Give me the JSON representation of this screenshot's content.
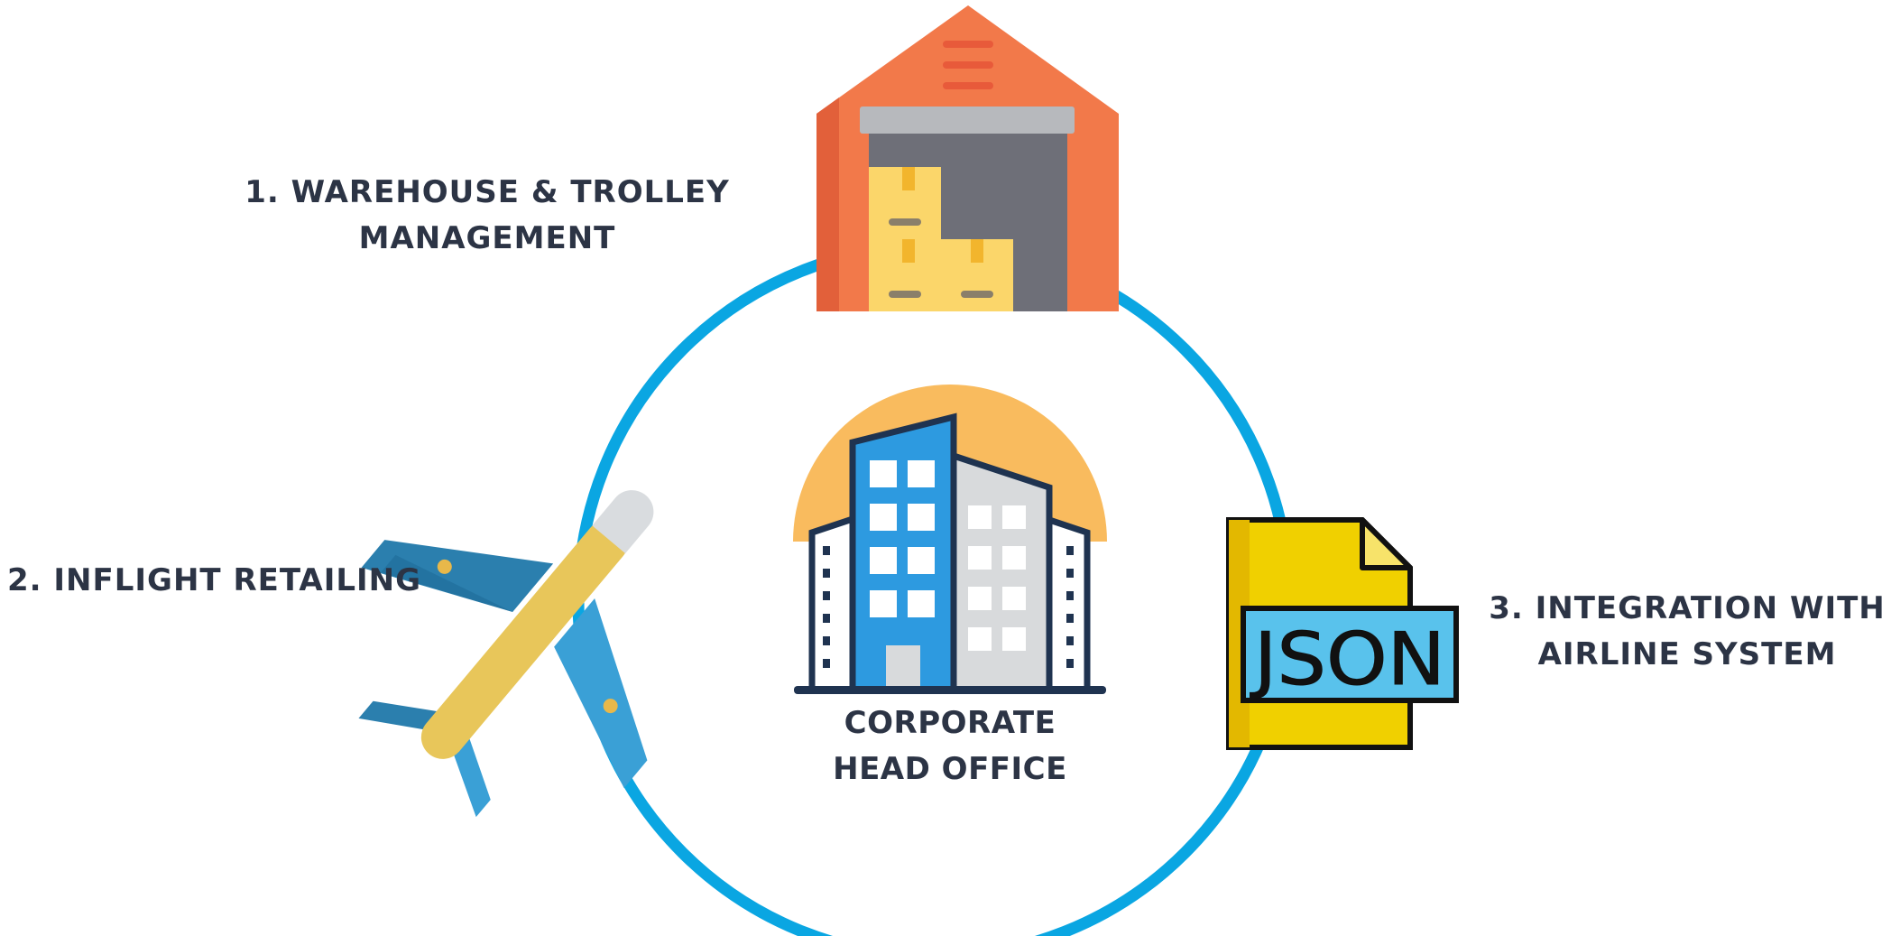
{
  "diagram": {
    "center": {
      "icon": "office-building-icon",
      "label_lines": [
        "CORPORATE",
        "HEAD OFFICE"
      ]
    },
    "nodes": [
      {
        "icon": "warehouse-icon",
        "label_lines": [
          "1. WAREHOUSE & TROLLEY",
          "MANAGEMENT"
        ]
      },
      {
        "icon": "airplane-icon",
        "label_lines": [
          "2. INFLIGHT RETAILING"
        ]
      },
      {
        "icon": "json-file-icon",
        "label_lines": [
          "3. INTEGRATION WITH",
          "AIRLINE SYSTEM"
        ],
        "icon_text": "JSON"
      }
    ],
    "colors": {
      "ring": "#0aa6e2",
      "text": "#2c3445"
    }
  }
}
